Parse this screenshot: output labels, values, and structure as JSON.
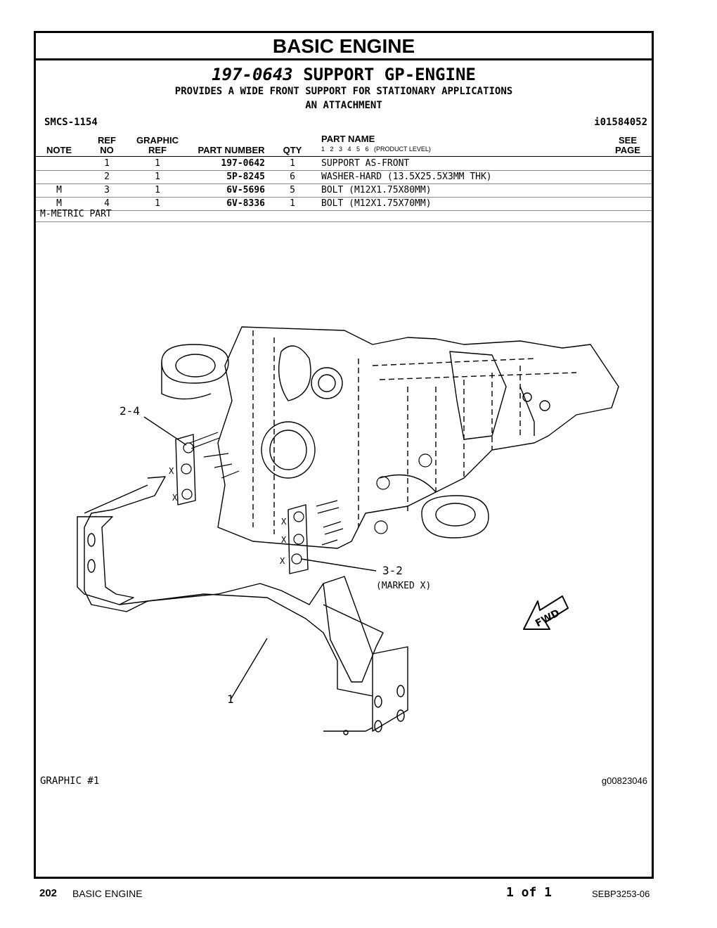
{
  "header": {
    "title": "BASIC ENGINE",
    "group_number": "197-0643",
    "group_name": "SUPPORT GP-ENGINE",
    "desc1": "PROVIDES A WIDE FRONT SUPPORT FOR STATIONARY APPLICATIONS",
    "desc2": "AN ATTACHMENT",
    "smcs": "SMCS-1154",
    "illustration_id": "i01584052"
  },
  "columns": {
    "note": "NOTE",
    "ref_top": "REF",
    "ref_bottom": "NO",
    "graphic_top": "GRAPHIC",
    "graphic_bottom": "REF",
    "part_number": "PART NUMBER",
    "qty": "QTY",
    "part_name": "PART NAME",
    "levels": "1   2   3   4   5   6   (PRODUCT LEVEL)",
    "see_top": "SEE",
    "see_bottom": "PAGE"
  },
  "rows": [
    {
      "note": "",
      "ref": "1",
      "graphic": "1",
      "part_number": "197-0642",
      "qty": "1",
      "name": "SUPPORT AS-FRONT"
    },
    {
      "note": "",
      "ref": "2",
      "graphic": "1",
      "part_number": "5P-8245",
      "qty": "6",
      "name": "WASHER-HARD (13.5X25.5X3MM THK)"
    },
    {
      "note": "M",
      "ref": "3",
      "graphic": "1",
      "part_number": "6V-5696",
      "qty": "5",
      "name": "BOLT (M12X1.75X80MM)"
    },
    {
      "note": "M",
      "ref": "4",
      "graphic": "1",
      "part_number": "6V-8336",
      "qty": "1",
      "name": "BOLT (M12X1.75X70MM)"
    }
  ],
  "legend": "M-METRIC PART",
  "drawing": {
    "callout_a": "2-4",
    "callout_b": "3-2",
    "callout_b_note": "(MARKED X)",
    "callout_c": "1",
    "mark_x": "X",
    "fwd": "FWD"
  },
  "graphic_label": "GRAPHIC #1",
  "graphic_id": "g00823046",
  "footer": {
    "page": "202",
    "section": "BASIC ENGINE",
    "page_of": "1 of 1",
    "doc": "SEBP3253-06"
  }
}
